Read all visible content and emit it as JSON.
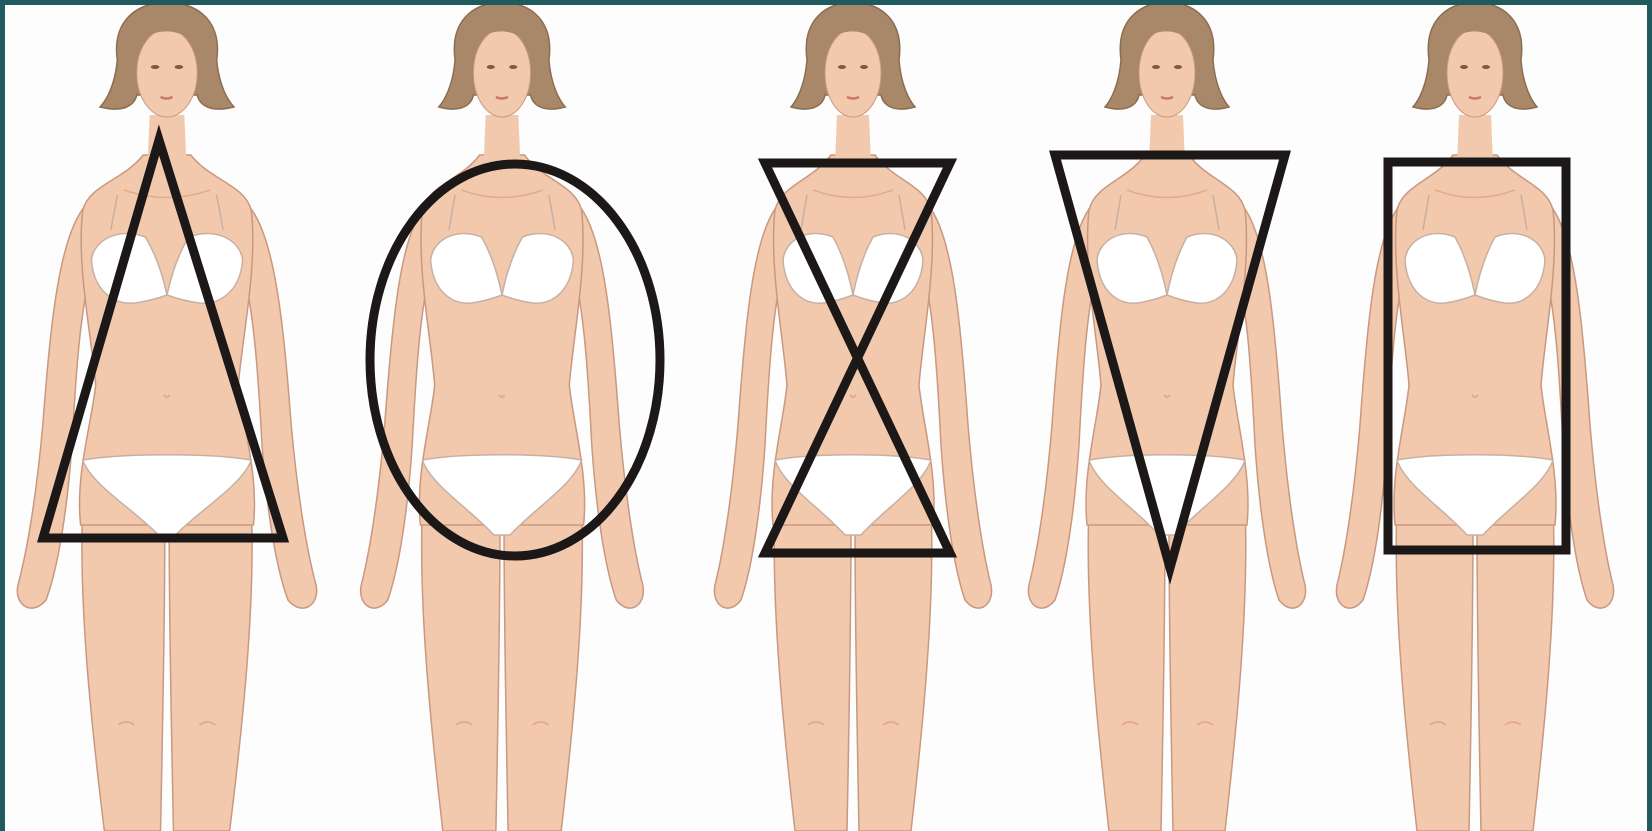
{
  "colors": {
    "frame_border": "#1f5a5f",
    "background": "#fdfdfd",
    "skin": "#f2c9ad",
    "skin_shadow": "#e2ac8d",
    "skin_outline": "#c99880",
    "hair": "#a88868",
    "hair_shadow": "#8c6d50",
    "garment": "#ffffff",
    "garment_outline": "#c7b0a2",
    "shape_stroke": "#1c1818"
  },
  "figures": [
    {
      "shape": "triangle"
    },
    {
      "shape": "oval"
    },
    {
      "shape": "hourglass"
    },
    {
      "shape": "inverted-triangle"
    },
    {
      "shape": "rectangle"
    }
  ]
}
